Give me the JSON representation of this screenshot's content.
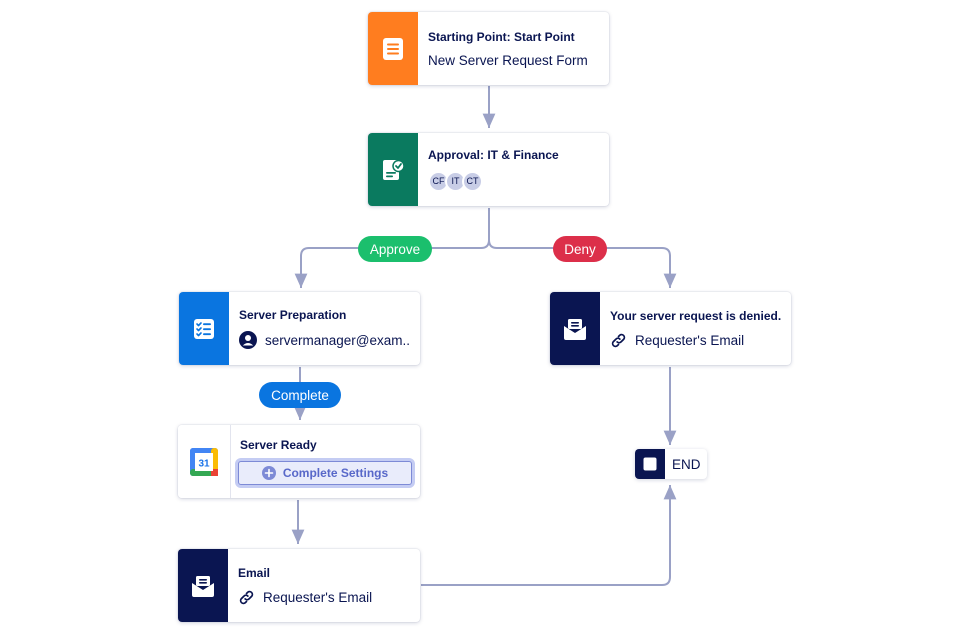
{
  "nodes": {
    "start": {
      "title": "Starting Point: Start Point",
      "subtitle": "New Server Request Form",
      "icon": "form-icon",
      "color": "#ff7d1f"
    },
    "approval": {
      "title": "Approval: IT & Finance",
      "assignees": [
        "CF",
        "IT",
        "CT"
      ],
      "icon": "approval-icon",
      "color": "#0a7a5f"
    },
    "server_prep": {
      "title": "Server Preparation",
      "assignee": "servermanager@exam...",
      "icon": "task-list-icon",
      "color": "#0a75e0"
    },
    "server_ready": {
      "title": "Server Ready",
      "button": "Complete Settings",
      "calendar_day": "31",
      "icon": "google-calendar-icon"
    },
    "email": {
      "title": "Email",
      "recipient": "Requester's Email",
      "icon": "email-icon",
      "color": "#0a1551"
    },
    "denied": {
      "title": "Your server request is denied.",
      "recipient": "Requester's Email",
      "icon": "email-icon",
      "color": "#0a1551"
    },
    "end": {
      "label": "END"
    }
  },
  "branches": {
    "approve": {
      "label": "Approve",
      "color": "#1bbf6d"
    },
    "deny": {
      "label": "Deny",
      "color": "#dc2f4a"
    },
    "complete": {
      "label": "Complete",
      "color": "#0a75e0"
    }
  },
  "connector_color": "#9aa1c6"
}
